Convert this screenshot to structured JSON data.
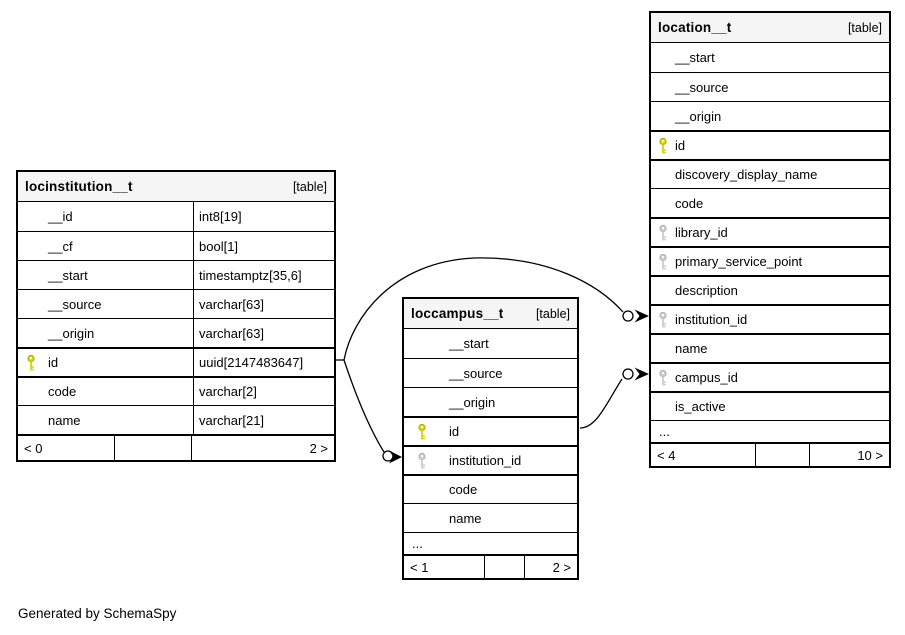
{
  "app": {
    "credit": "Generated by SchemaSpy"
  },
  "colors": {
    "primary_key": "#d8d400",
    "primary_key_stroke": "#a8a400",
    "foreign_key": "#cccccc",
    "foreign_key_stroke": "#aaaaaa",
    "header_bg": "#f5f5f5",
    "border": "#000000"
  },
  "tables": [
    {
      "name": "locinstitution__t",
      "tag": "[table]",
      "columns": [
        {
          "name": "__id",
          "type": "int8[19]",
          "key": null
        },
        {
          "name": "__cf",
          "type": "bool[1]",
          "key": null
        },
        {
          "name": "__start",
          "type": "timestamptz[35,6]",
          "key": null
        },
        {
          "name": "__source",
          "type": "varchar[63]",
          "key": null
        },
        {
          "name": "__origin",
          "type": "varchar[63]",
          "key": null
        },
        {
          "name": "id",
          "type": "uuid[2147483647]",
          "key": "pk"
        },
        {
          "name": "code",
          "type": "varchar[2]",
          "key": null
        },
        {
          "name": "name",
          "type": "varchar[21]",
          "key": null
        }
      ],
      "ellipsis": null,
      "footer": {
        "left": "< 0",
        "right": "2 >"
      }
    },
    {
      "name": "loccampus__t",
      "tag": "[table]",
      "columns": [
        {
          "name": "__start",
          "key": null
        },
        {
          "name": "__source",
          "key": null
        },
        {
          "name": "__origin",
          "key": null
        },
        {
          "name": "id",
          "key": "pk"
        },
        {
          "name": "institution_id",
          "key": "fk"
        },
        {
          "name": "code",
          "key": null
        },
        {
          "name": "name",
          "key": null
        }
      ],
      "ellipsis": "...",
      "footer": {
        "left": "< 1",
        "right": "2 >"
      }
    },
    {
      "name": "location__t",
      "tag": "[table]",
      "columns": [
        {
          "name": "__start",
          "key": null
        },
        {
          "name": "__source",
          "key": null
        },
        {
          "name": "__origin",
          "key": null
        },
        {
          "name": "id",
          "key": "pk"
        },
        {
          "name": "discovery_display_name",
          "key": null
        },
        {
          "name": "code",
          "key": null
        },
        {
          "name": "library_id",
          "key": "fk"
        },
        {
          "name": "primary_service_point",
          "key": "fk"
        },
        {
          "name": "description",
          "key": null
        },
        {
          "name": "institution_id",
          "key": "fk"
        },
        {
          "name": "name",
          "key": null
        },
        {
          "name": "campus_id",
          "key": "fk"
        },
        {
          "name": "is_active",
          "key": null
        }
      ],
      "ellipsis": "...",
      "footer": {
        "left": "< 4",
        "right": "10 >"
      }
    }
  ],
  "relationships": [
    {
      "parent": "locinstitution__t.id",
      "child": "loccampus__t.institution_id"
    },
    {
      "parent": "locinstitution__t.id",
      "child": "location__t.institution_id"
    },
    {
      "parent": "loccampus__t.id",
      "child": "location__t.campus_id"
    }
  ]
}
